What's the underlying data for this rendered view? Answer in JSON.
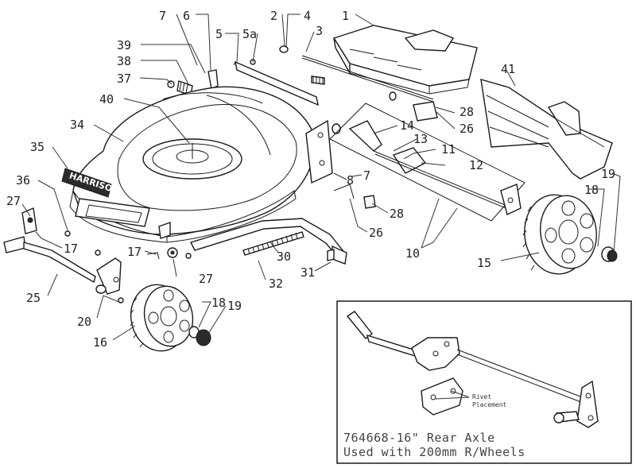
{
  "callouts": [
    {
      "id": "c7a",
      "label": "7"
    },
    {
      "id": "c6a",
      "label": "6"
    },
    {
      "id": "c5",
      "label": "5"
    },
    {
      "id": "c5a",
      "label": "5a"
    },
    {
      "id": "c2",
      "label": "2"
    },
    {
      "id": "c4",
      "label": "4"
    },
    {
      "id": "c3",
      "label": "3"
    },
    {
      "id": "c1",
      "label": "1"
    },
    {
      "id": "c39",
      "label": "39"
    },
    {
      "id": "c38",
      "label": "38"
    },
    {
      "id": "c37",
      "label": "37"
    },
    {
      "id": "c40",
      "label": "40"
    },
    {
      "id": "c34",
      "label": "34"
    },
    {
      "id": "c35",
      "label": "35"
    },
    {
      "id": "c36",
      "label": "36"
    },
    {
      "id": "c27a",
      "label": "27"
    },
    {
      "id": "c17a",
      "label": "17"
    },
    {
      "id": "c17b",
      "label": "17"
    },
    {
      "id": "c25",
      "label": "25"
    },
    {
      "id": "c20",
      "label": "20"
    },
    {
      "id": "c16",
      "label": "16"
    },
    {
      "id": "c18a",
      "label": "18"
    },
    {
      "id": "c19a",
      "label": "19"
    },
    {
      "id": "c27b",
      "label": "27"
    },
    {
      "id": "c32",
      "label": "32"
    },
    {
      "id": "c30",
      "label": "30"
    },
    {
      "id": "c31",
      "label": "31"
    },
    {
      "id": "c26a",
      "label": "26"
    },
    {
      "id": "c28a",
      "label": "28"
    },
    {
      "id": "c8",
      "label": "8"
    },
    {
      "id": "c7b",
      "label": "7"
    },
    {
      "id": "c14",
      "label": "14"
    },
    {
      "id": "c13",
      "label": "13"
    },
    {
      "id": "c11",
      "label": "11"
    },
    {
      "id": "c12",
      "label": "12"
    },
    {
      "id": "c28b",
      "label": "28"
    },
    {
      "id": "c26b",
      "label": "26"
    },
    {
      "id": "c41",
      "label": "41"
    },
    {
      "id": "c10",
      "label": "10"
    },
    {
      "id": "c15",
      "label": "15"
    },
    {
      "id": "c18b",
      "label": "18"
    },
    {
      "id": "c19b",
      "label": "19"
    }
  ],
  "logo": "HARRISON",
  "inset": {
    "rivet_label_line1": "Rivet",
    "rivet_label_line2": "Placement",
    "caption_line1": "764668-16\" Rear Axle",
    "caption_line2": "Used with 200mm R/Wheels"
  }
}
